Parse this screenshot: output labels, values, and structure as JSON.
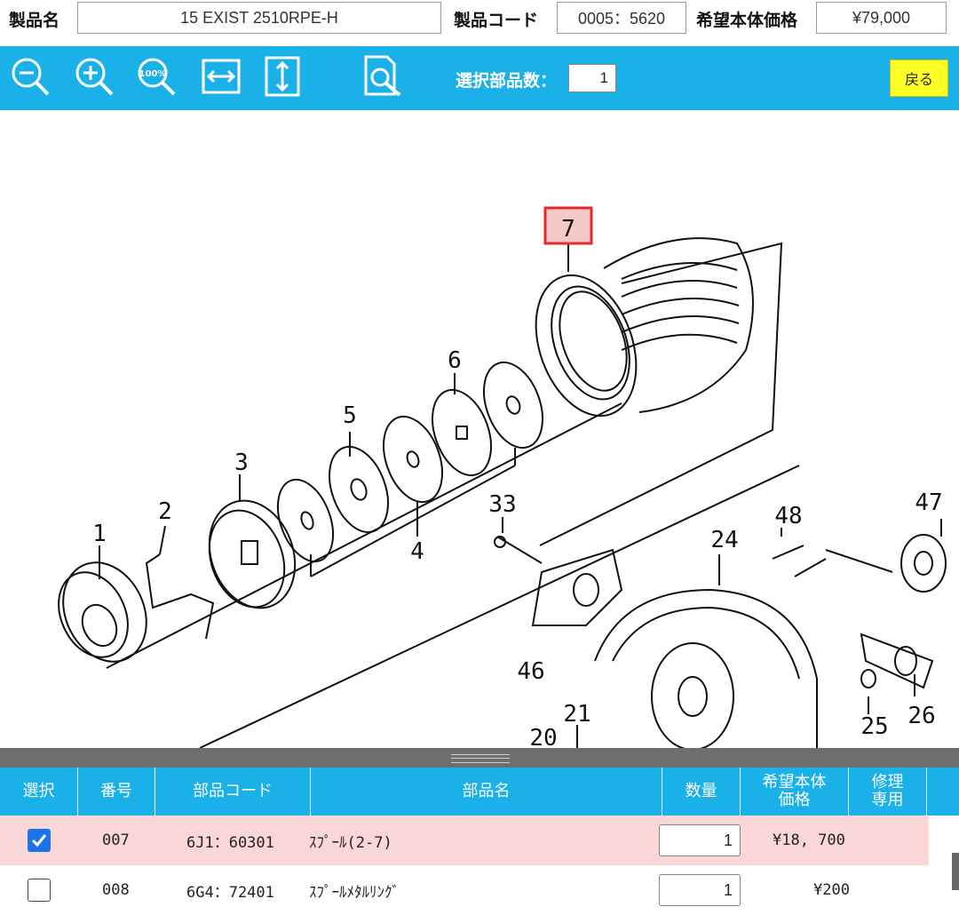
{
  "header": {
    "product_name_label": "製品名",
    "product_name_value": "15 EXIST 2510RPE-H",
    "product_code_label": "製品コード",
    "product_code_value": "0005：5620",
    "price_label": "希望本体価格",
    "price_value": "¥79,000"
  },
  "toolbar": {
    "icons": [
      "zoom-out-icon",
      "zoom-in-icon",
      "zoom-100-icon",
      "fit-width-icon",
      "fit-height-icon",
      "find-icon"
    ],
    "zoom100_text": "100%",
    "selected_count_label": "選択部品数：",
    "selected_count_value": "1",
    "back_label": "戻る"
  },
  "diagram": {
    "highlighted_part": "7",
    "labels": [
      "1",
      "2",
      "3",
      "4",
      "5",
      "6",
      "7",
      "33",
      "24",
      "46",
      "48",
      "47",
      "21",
      "20",
      "25",
      "26"
    ]
  },
  "table": {
    "headers": [
      "選択",
      "番号",
      "部品コード",
      "部品名",
      "数量",
      "希望本体\n価格",
      "修理\n専用"
    ],
    "rows": [
      {
        "selected": true,
        "number": "007",
        "code": "6J1：60301",
        "name": "ｽﾌﾟｰﾙ(2-7)",
        "qty": "1",
        "price": "¥18, 700",
        "repair": ""
      },
      {
        "selected": false,
        "number": "008",
        "code": "6G4：72401",
        "name": "ｽﾌﾟｰﾙﾒﾀﾙﾘﾝｸﾞ",
        "qty": "1",
        "price": "¥200",
        "repair": ""
      }
    ]
  },
  "colors": {
    "toolbar": "#1ab0e8",
    "selected_row": "#fbd6d6",
    "back_button": "#ffff26",
    "highlight": "#e8282f",
    "checkbox": "#1a73e8"
  }
}
